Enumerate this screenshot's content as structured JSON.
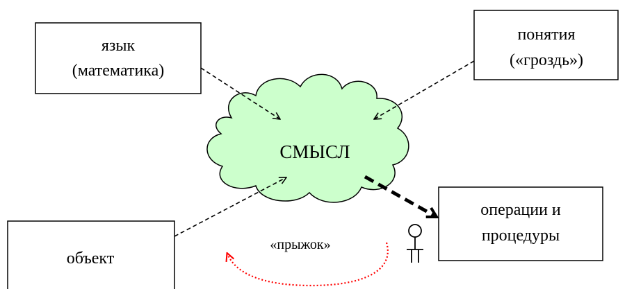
{
  "diagram": {
    "center": {
      "label": "СМЫСЛ",
      "fill_color": "#ccffcc"
    },
    "nodes": {
      "language": {
        "line1": "язык",
        "line2": "(математика)"
      },
      "concepts": {
        "line1": "понятия",
        "line2": "(«гроздь»)"
      },
      "object": {
        "label": "объект"
      },
      "operations": {
        "line1": "операции и",
        "line2": "процедуры"
      }
    },
    "jump": {
      "label": "«прыжок»",
      "color": "#ff0000"
    }
  }
}
